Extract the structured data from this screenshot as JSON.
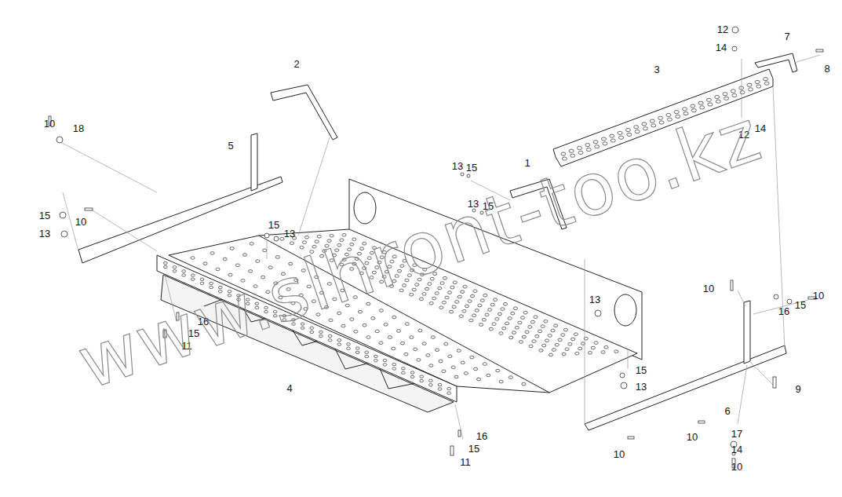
{
  "diagram": {
    "labels": [
      "12",
      "7",
      "14",
      "8",
      "2",
      "3",
      "10",
      "18",
      "5",
      "12",
      "14",
      "13",
      "15",
      "1",
      "13",
      "15",
      "15",
      "10",
      "13",
      "15",
      "13",
      "13",
      "10",
      "15",
      "10",
      "16",
      "16",
      "15",
      "11",
      "4",
      "15",
      "13",
      "9",
      "6",
      "16",
      "15",
      "11",
      "10",
      "10",
      "17",
      "14",
      "10",
      "www.slhront-too.kz"
    ]
  }
}
